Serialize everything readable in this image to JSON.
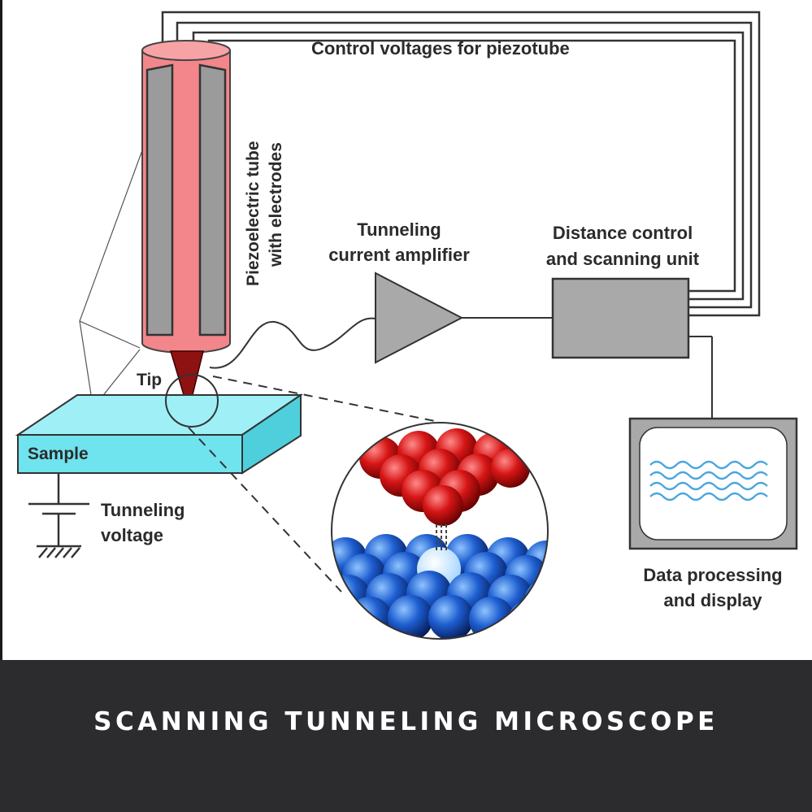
{
  "labels": {
    "control_voltages": "Control voltages for piezotube",
    "piezo_line1": "Piezoelectric tube",
    "piezo_line2": "with electrodes",
    "amp_line1": "Tunneling",
    "amp_line2": "current amplifier",
    "unit_line1": "Distance control",
    "unit_line2": "and scanning unit",
    "tip": "Tip",
    "sample": "Sample",
    "voltage_line1": "Tunneling",
    "voltage_line2": "voltage",
    "display_line1": "Data processing",
    "display_line2": "and display"
  },
  "caption": "SCANNING TUNNELING MICROSCOPE",
  "colors": {
    "piezo_tube": "#f2868b",
    "tip": "#8e1212",
    "sample": "#6fe3ee",
    "device_gray": "#a9a9a9",
    "screen_wave": "#4aa6de",
    "tip_atoms": "#d01414",
    "sample_atoms": "#1f5fcc",
    "caption_bar": "#2c2c2e"
  }
}
